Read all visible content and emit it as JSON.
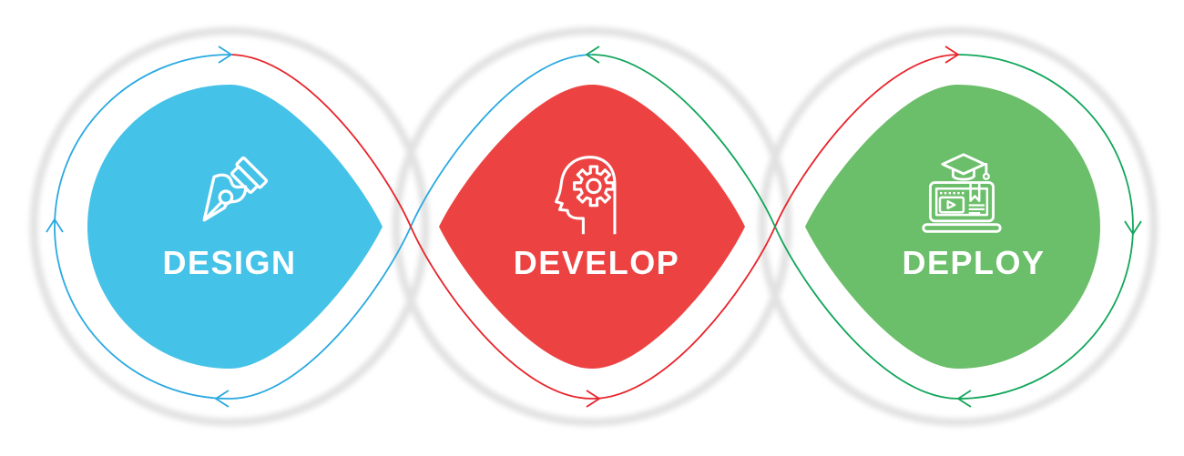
{
  "diagram": {
    "steps": [
      {
        "label": "DESIGN",
        "icon": "pen-nib-icon",
        "fill_color": "#45C2E8",
        "line_color": "#29A9E1"
      },
      {
        "label": "DEVELOP",
        "icon": "head-gear-icon",
        "fill_color": "#EC4242",
        "line_color": "#E8232A"
      },
      {
        "label": "DEPLOY",
        "icon": "laptop-graduation-cap-icon",
        "fill_color": "#6BBE6A",
        "line_color": "#12A65A"
      }
    ],
    "arrows": [
      {
        "at": "design-top",
        "direction": "right",
        "color": "#29A9E1"
      },
      {
        "at": "design-left",
        "direction": "up",
        "color": "#29A9E1"
      },
      {
        "at": "design-bottom",
        "direction": "left",
        "color": "#29A9E1"
      },
      {
        "at": "develop-top",
        "direction": "left",
        "color": "#12A65A"
      },
      {
        "at": "develop-bottom",
        "direction": "right",
        "color": "#E8232A"
      },
      {
        "at": "deploy-top",
        "direction": "right",
        "color": "#E8232A"
      },
      {
        "at": "deploy-right",
        "direction": "down",
        "color": "#12A65A"
      },
      {
        "at": "deploy-bottom",
        "direction": "left",
        "color": "#12A65A"
      }
    ],
    "colors": {
      "background": "#FFFFFF",
      "text": "#FFFFFF",
      "icon_stroke": "#FFFFFF",
      "ring_shadow": "#E2E2E2"
    }
  }
}
